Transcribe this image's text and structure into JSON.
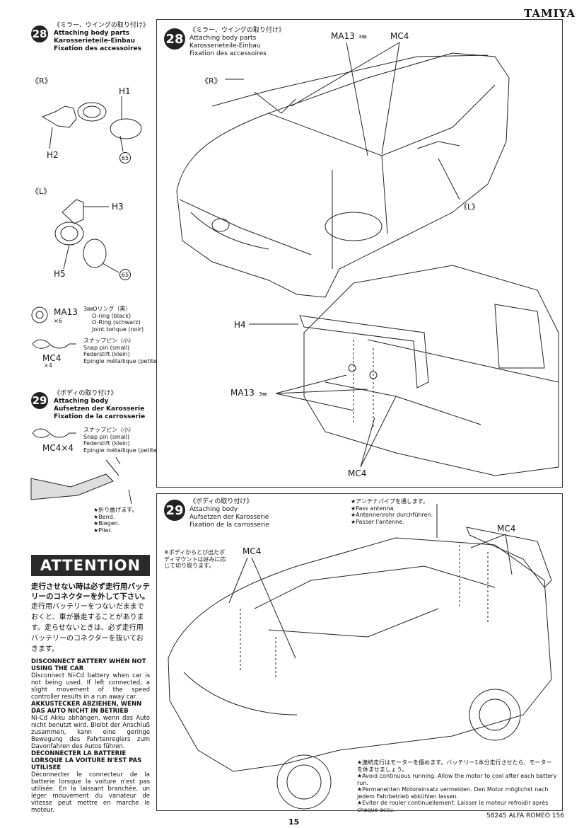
{
  "brand": "TAMIYA",
  "left": {
    "step28": {
      "num": "28",
      "jp": "《ミラー、ウイングの取り付け》",
      "en": "Attaching body parts",
      "de": "Karosserieteile-Einbau",
      "fr": "Fixation des accessoires"
    },
    "r_label": "《R》",
    "l_label": "《L》",
    "h1": "H1",
    "h2": "H2",
    "h3": "H3",
    "h5": "H5",
    "p65a": "65",
    "p65b": "65",
    "parts": [
      {
        "name": "MA13",
        "qty": "×6",
        "jp": "3㎜Oリング（黒）",
        "en": "O-ring (black)",
        "de": "O-Ring (schwarz)",
        "fr": "Joint torique (noir)"
      },
      {
        "name": "MC4",
        "qty": "×4",
        "jp": "スナップピン（小）",
        "en": "Snap pin (small)",
        "de": "Federstift (klein)",
        "fr": "Epingle métallique (petite)"
      }
    ],
    "step29": {
      "num": "29",
      "jp": "《ボディの取り付け》",
      "en": "Attaching body",
      "de": "Aufsetzen der Karosserie",
      "fr": "Fixation de la carrosserie",
      "part": "MC4×4",
      "part_jp": "スナップピン（小）",
      "part_en": "Snap pin (small)",
      "part_de": "Federstift (klein)",
      "part_fr": "Epingle métallique (petite)",
      "bend_jp": "★折り曲げます。",
      "bend_en": "★Bend.",
      "bend_de": "★Biegen.",
      "bend_fr": "★Plier."
    },
    "attention": {
      "title": "ATTENTION",
      "jp_bold": "走行させない時は必ず走行用バッテリーのコネクターを外して下さい。",
      "jp_body": "走行用バッテリーをつないだままでおくと、車が暴走することがあります。走らせないときは、必ず走行用バッテリーのコネクターを抜いておきます。",
      "en_head": "DISCONNECT BATTERY WHEN NOT USING THE CAR",
      "en_body": "Disconnect Ni-Cd battery when car is not being used. If left connected, a slight movement of the speed controller results in a run away car.",
      "de_head": "AKKUSTECKER ABZIEHEN, WENN DAS AUTO NICHT IN BETRIEB",
      "de_body": "Ni-Cd Akku abhängen, wenn das Auto nicht benutzt wird. Bleibt der Anschluß zusammen, kann eine geringe Bewegung des Fahrtenreglers zum Davonfahren des Autos führen.",
      "fr_head": "DECONNECTER LA BATTERIE LORSQUE LA VOITURE N'EST PAS UTILISEE",
      "fr_body": "Déconnecter le connecteur de la batterie lorsque la voiture n'est pas utilisée. En la laissant branchée, un léger mouvement du variateur de vitesse peut mettre en marche le moteur."
    }
  },
  "panel28": {
    "num": "28",
    "jp": "《ミラー、ウイングの取り付け》",
    "en": "Attaching body parts",
    "de": "Karosserieteile-Einbau",
    "fr": "Fixation des accessoires",
    "r": "《R》",
    "l": "《L》",
    "ma13": "MA13",
    "ma13_size": "3㎜",
    "mc4": "MC4",
    "h4": "H4",
    "ma13b": "MA13",
    "ma13b_size": "3㎜",
    "mc4b": "MC4"
  },
  "panel29": {
    "num": "29",
    "jp": "《ボディの取り付け》",
    "en": "Attaching body",
    "de": "Aufsetzen der Karosserie",
    "fr": "Fixation de la carrosserie",
    "antenna_jp": "★アンテナパイプを通します。",
    "antenna_en": "★Pass antenna.",
    "antenna_de": "★Antennenrohr durchführen.",
    "antenna_fr": "★Passer l'antenne.",
    "mount_note": "※ボディからとび出たボディマウントは好みに応じて切り取ります。",
    "mc4a": "MC4",
    "mc4b": "MC4",
    "run_jp": "★連続走行はモーターを傷めます。バッテリー1本分走行させたら、モーターを休ませましょう。",
    "run_en": "★Avoid continuous running. Allow the motor to cool after each battery run.",
    "run_de": "★Permanenten Motoreinsatz vermeiden. Den Motor möglichst nach jedem Fahrbetrieb abkühlen lassen.",
    "run_fr": "★Eviter de rouler continuellement. Laisser le moteur refroidir après chaque accu."
  },
  "footer": {
    "page": "15",
    "model": "58245 ALFA ROMEO 156"
  }
}
